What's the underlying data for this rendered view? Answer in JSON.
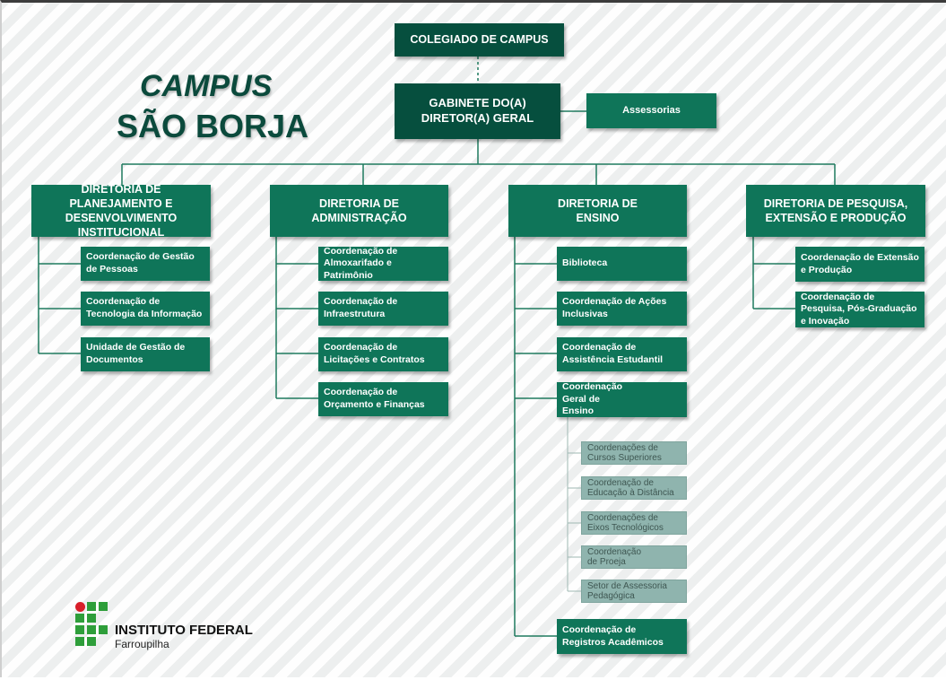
{
  "title": {
    "line1": "CAMPUS",
    "line2": "SÃO BORJA"
  },
  "top": {
    "colegiado": "COLEGIADO DE CAMPUS",
    "gabinete": "GABINETE DO(A) DIRETOR(A) GERAL",
    "assessorias": "Assessorias"
  },
  "directorates": [
    {
      "name": "DIRETORIA DE PLANEJAMENTO E DESENVOLVIMENTO INSTITUCIONAL",
      "units": [
        "Coordenação de Gestão de Pessoas",
        "Coordenação de Tecnologia da Informação",
        "Unidade de Gestão de Documentos"
      ]
    },
    {
      "name": "DIRETORIA DE ADMINISTRAÇÃO",
      "units": [
        "Coordenação de Almoxarifado e Patrimônio",
        "Coordenação de Infraestrutura",
        "Coordenação de Licitações e Contratos",
        "Coordenação de Orçamento e Finanças"
      ]
    },
    {
      "name": "DIRETORIA DE ENSINO",
      "units": [
        "Biblioteca",
        "Coordenação de Ações Inclusivas",
        "Coordenação de Assistência Estudantil",
        "Coordenação Geral de Ensino",
        "Coordenação de Registros Acadêmicos"
      ],
      "subunits": [
        "Coordenações de Cursos Superiores",
        "Coordenação de Educação à Distância",
        "Coordenações de Eixos Tecnológicos",
        "Coordenação de Proeja",
        "Setor de Assessoria Pedagógica"
      ]
    },
    {
      "name": "DIRETORIA DE PESQUISA, EXTENSÃO E PRODUÇÃO",
      "units": [
        "Coordenação de Extensão e Produção",
        "Coordenação de Pesquisa, Pós-Graduação e Inovação"
      ]
    }
  ],
  "logo": {
    "name": "INSTITUTO FEDERAL",
    "subname": "Farroupilha"
  }
}
